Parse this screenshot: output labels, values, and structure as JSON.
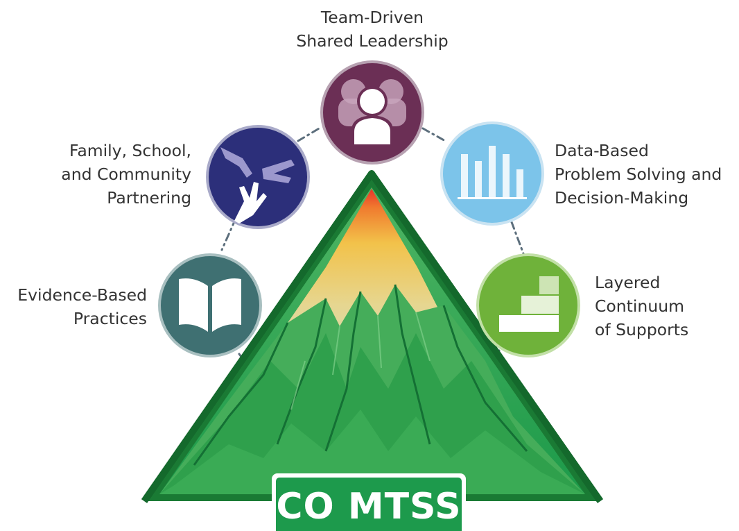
{
  "title": "CO MTSS",
  "elements": [
    {
      "id": "team",
      "lines": [
        "Team-Driven",
        "Shared Leadership"
      ],
      "color": "#6b2f55",
      "icon": "people-icon"
    },
    {
      "id": "family",
      "lines": [
        "Family, School,",
        "and Community",
        "Partnering"
      ],
      "color": "#2c2f7a",
      "icon": "hands-icon"
    },
    {
      "id": "data",
      "lines": [
        "Data-Based",
        "Problem Solving and",
        "Decision-Making"
      ],
      "color": "#7cc4ea",
      "icon": "bar-chart-icon"
    },
    {
      "id": "evidence",
      "lines": [
        "Evidence-Based",
        "Practices"
      ],
      "color": "#3f7072",
      "icon": "book-icon"
    },
    {
      "id": "layered",
      "lines": [
        "Layered",
        "Continuum",
        "of Supports"
      ],
      "color": "#6fb23a",
      "icon": "stairs-icon"
    }
  ]
}
